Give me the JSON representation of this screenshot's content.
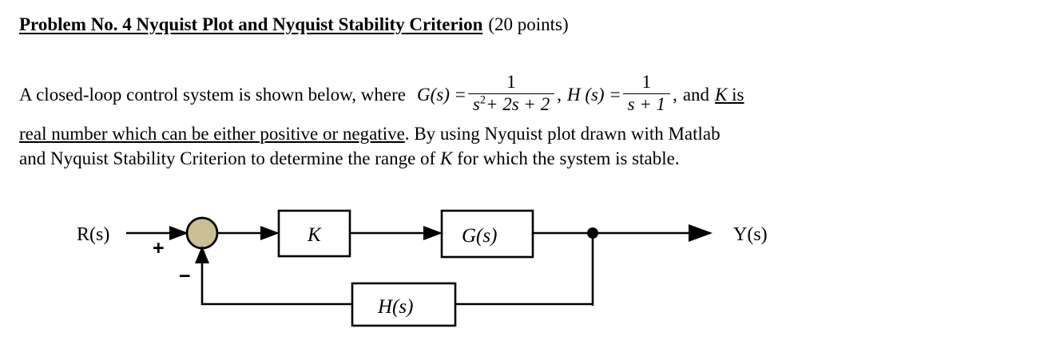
{
  "title": {
    "heading": "Problem No. 4 Nyquist Plot and Nyquist Stability Criterion",
    "points": "(20 points)"
  },
  "paragraph": {
    "lead": "A closed-loop control system is shown below, where",
    "G_name": "G(s)",
    "equals": "=",
    "G_num": "1",
    "G_den_s": "s",
    "G_den_exp": "2",
    "G_den_rest": "+ 2s + 2",
    "comma": ",",
    "H_name": "H (s)",
    "H_num": "1",
    "H_den": "s + 1",
    "comma2": ",",
    "and": "and",
    "K_is": "K is",
    "line2_underlined": "real number which can be either positive or negative",
    "line2_rest": ". By using Nyquist plot drawn with Matlab",
    "line3_a": "and Nyquist Stability Criterion to determine the range of",
    "line3_K": "K",
    "line3_b": "for which the system is stable."
  },
  "diagram": {
    "input_label": "R(s)",
    "output_label": "Y(s)",
    "sum_plus": "+",
    "sum_minus": "−",
    "block_gain": "K",
    "block_plant": "G(s)",
    "block_feedback": "H(s)",
    "colors": {
      "summing_junction_fill": "#C9BE96",
      "line": "#000000",
      "block_fill": "#FFFFFF",
      "block_stroke": "#000000",
      "node_fill": "#000000"
    }
  }
}
